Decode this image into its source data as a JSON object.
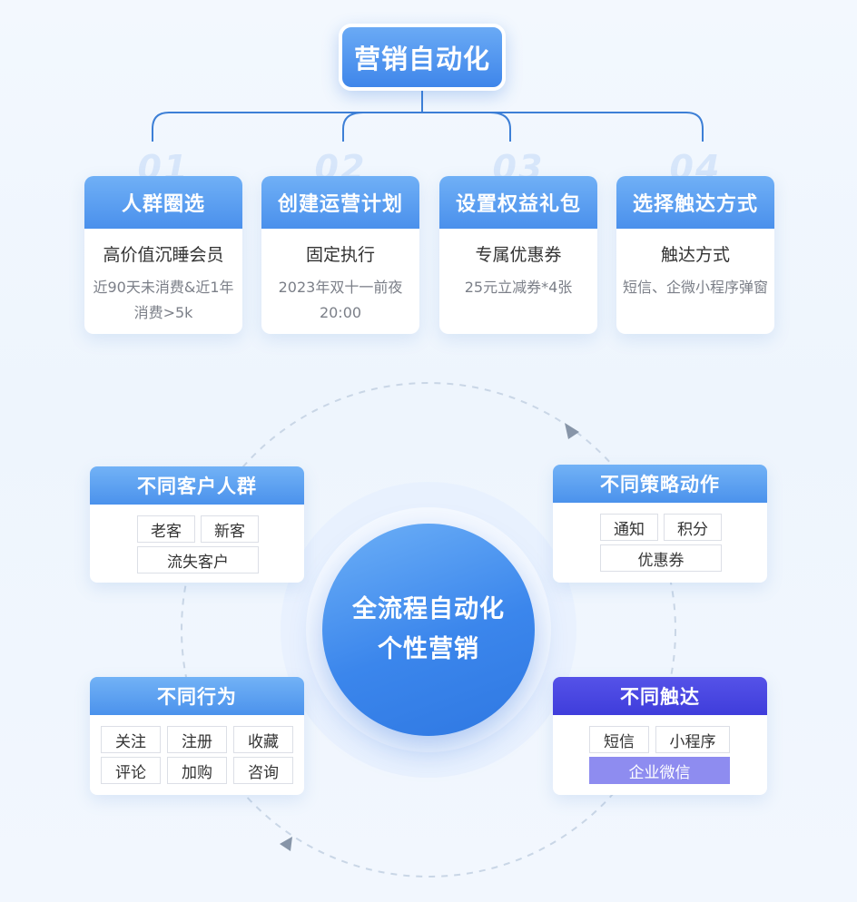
{
  "top": {
    "title": "营销自动化"
  },
  "steps": [
    {
      "num": "01",
      "title": "人群圈选",
      "main": "高价值沉睡会员",
      "sub": "近90天未消费&近1年消费>5k"
    },
    {
      "num": "02",
      "title": "创建运营计划",
      "main": "固定执行",
      "sub": "2023年双十一前夜20:00"
    },
    {
      "num": "03",
      "title": "设置权益礼包",
      "main": "专属优惠券",
      "sub": "25元立减券*4张"
    },
    {
      "num": "04",
      "title": "选择触达方式",
      "main": "触达方式",
      "sub": "短信、企微小程序弹窗"
    }
  ],
  "center": {
    "line1": "全流程自动化",
    "line2": "个性营销"
  },
  "panels": {
    "customers": {
      "title": "不同客户人群",
      "tags": [
        "老客",
        "新客",
        "流失客户"
      ]
    },
    "strategy": {
      "title": "不同策略动作",
      "tags": [
        "通知",
        "积分",
        "优惠券"
      ]
    },
    "behavior": {
      "title": "不同行为",
      "tags": [
        "关注",
        "注册",
        "收藏",
        "评论",
        "加购",
        "咨询"
      ]
    },
    "reach": {
      "title": "不同触达",
      "tags": [
        "短信",
        "小程序",
        "企业微信"
      ],
      "highlight": "企业微信"
    }
  },
  "colors": {
    "accent": "#4a90ec",
    "highlight": "#3f3ddb",
    "tag_highlight": "#8e8cf0"
  }
}
